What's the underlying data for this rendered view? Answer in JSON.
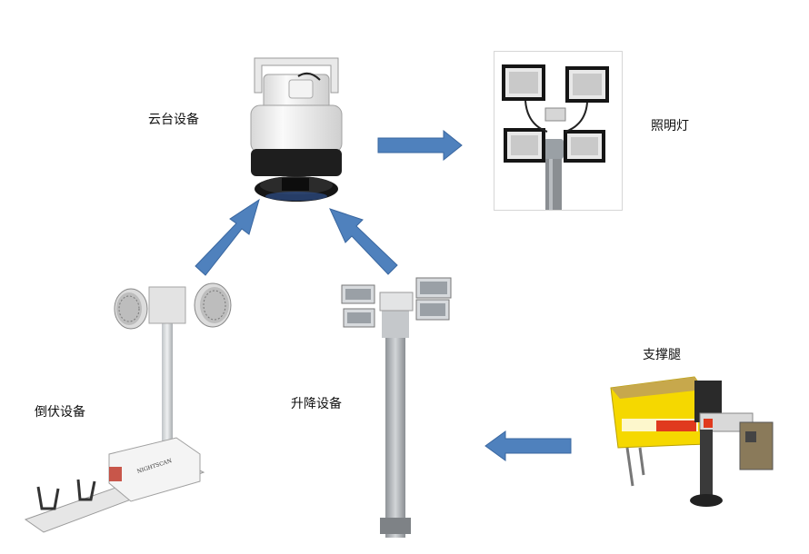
{
  "labels": {
    "ptz": "云台设备",
    "lights": "照明灯",
    "tilt": "倒伏设备",
    "lift": "升降设备",
    "leg": "支撑腿"
  },
  "product_brand": "NIGHTSCAN",
  "colors": {
    "arrow_fill": "#4f81bd",
    "arrow_stroke": "#3a67a0",
    "ptz_body": "#efefef",
    "ptz_base": "#1e1e1e",
    "lamp_housing": "#151515",
    "mast": "#a8acb0",
    "leg_yellow": "#f5d800",
    "leg_red": "#e03a1e"
  },
  "icons": {
    "arrow_ptz_to_lights": "right-arrow-icon",
    "arrow_tilt_to_ptz": "up-right-arrow-icon",
    "arrow_lift_to_ptz": "up-left-arrow-icon",
    "arrow_leg_to_lift": "left-arrow-icon"
  }
}
